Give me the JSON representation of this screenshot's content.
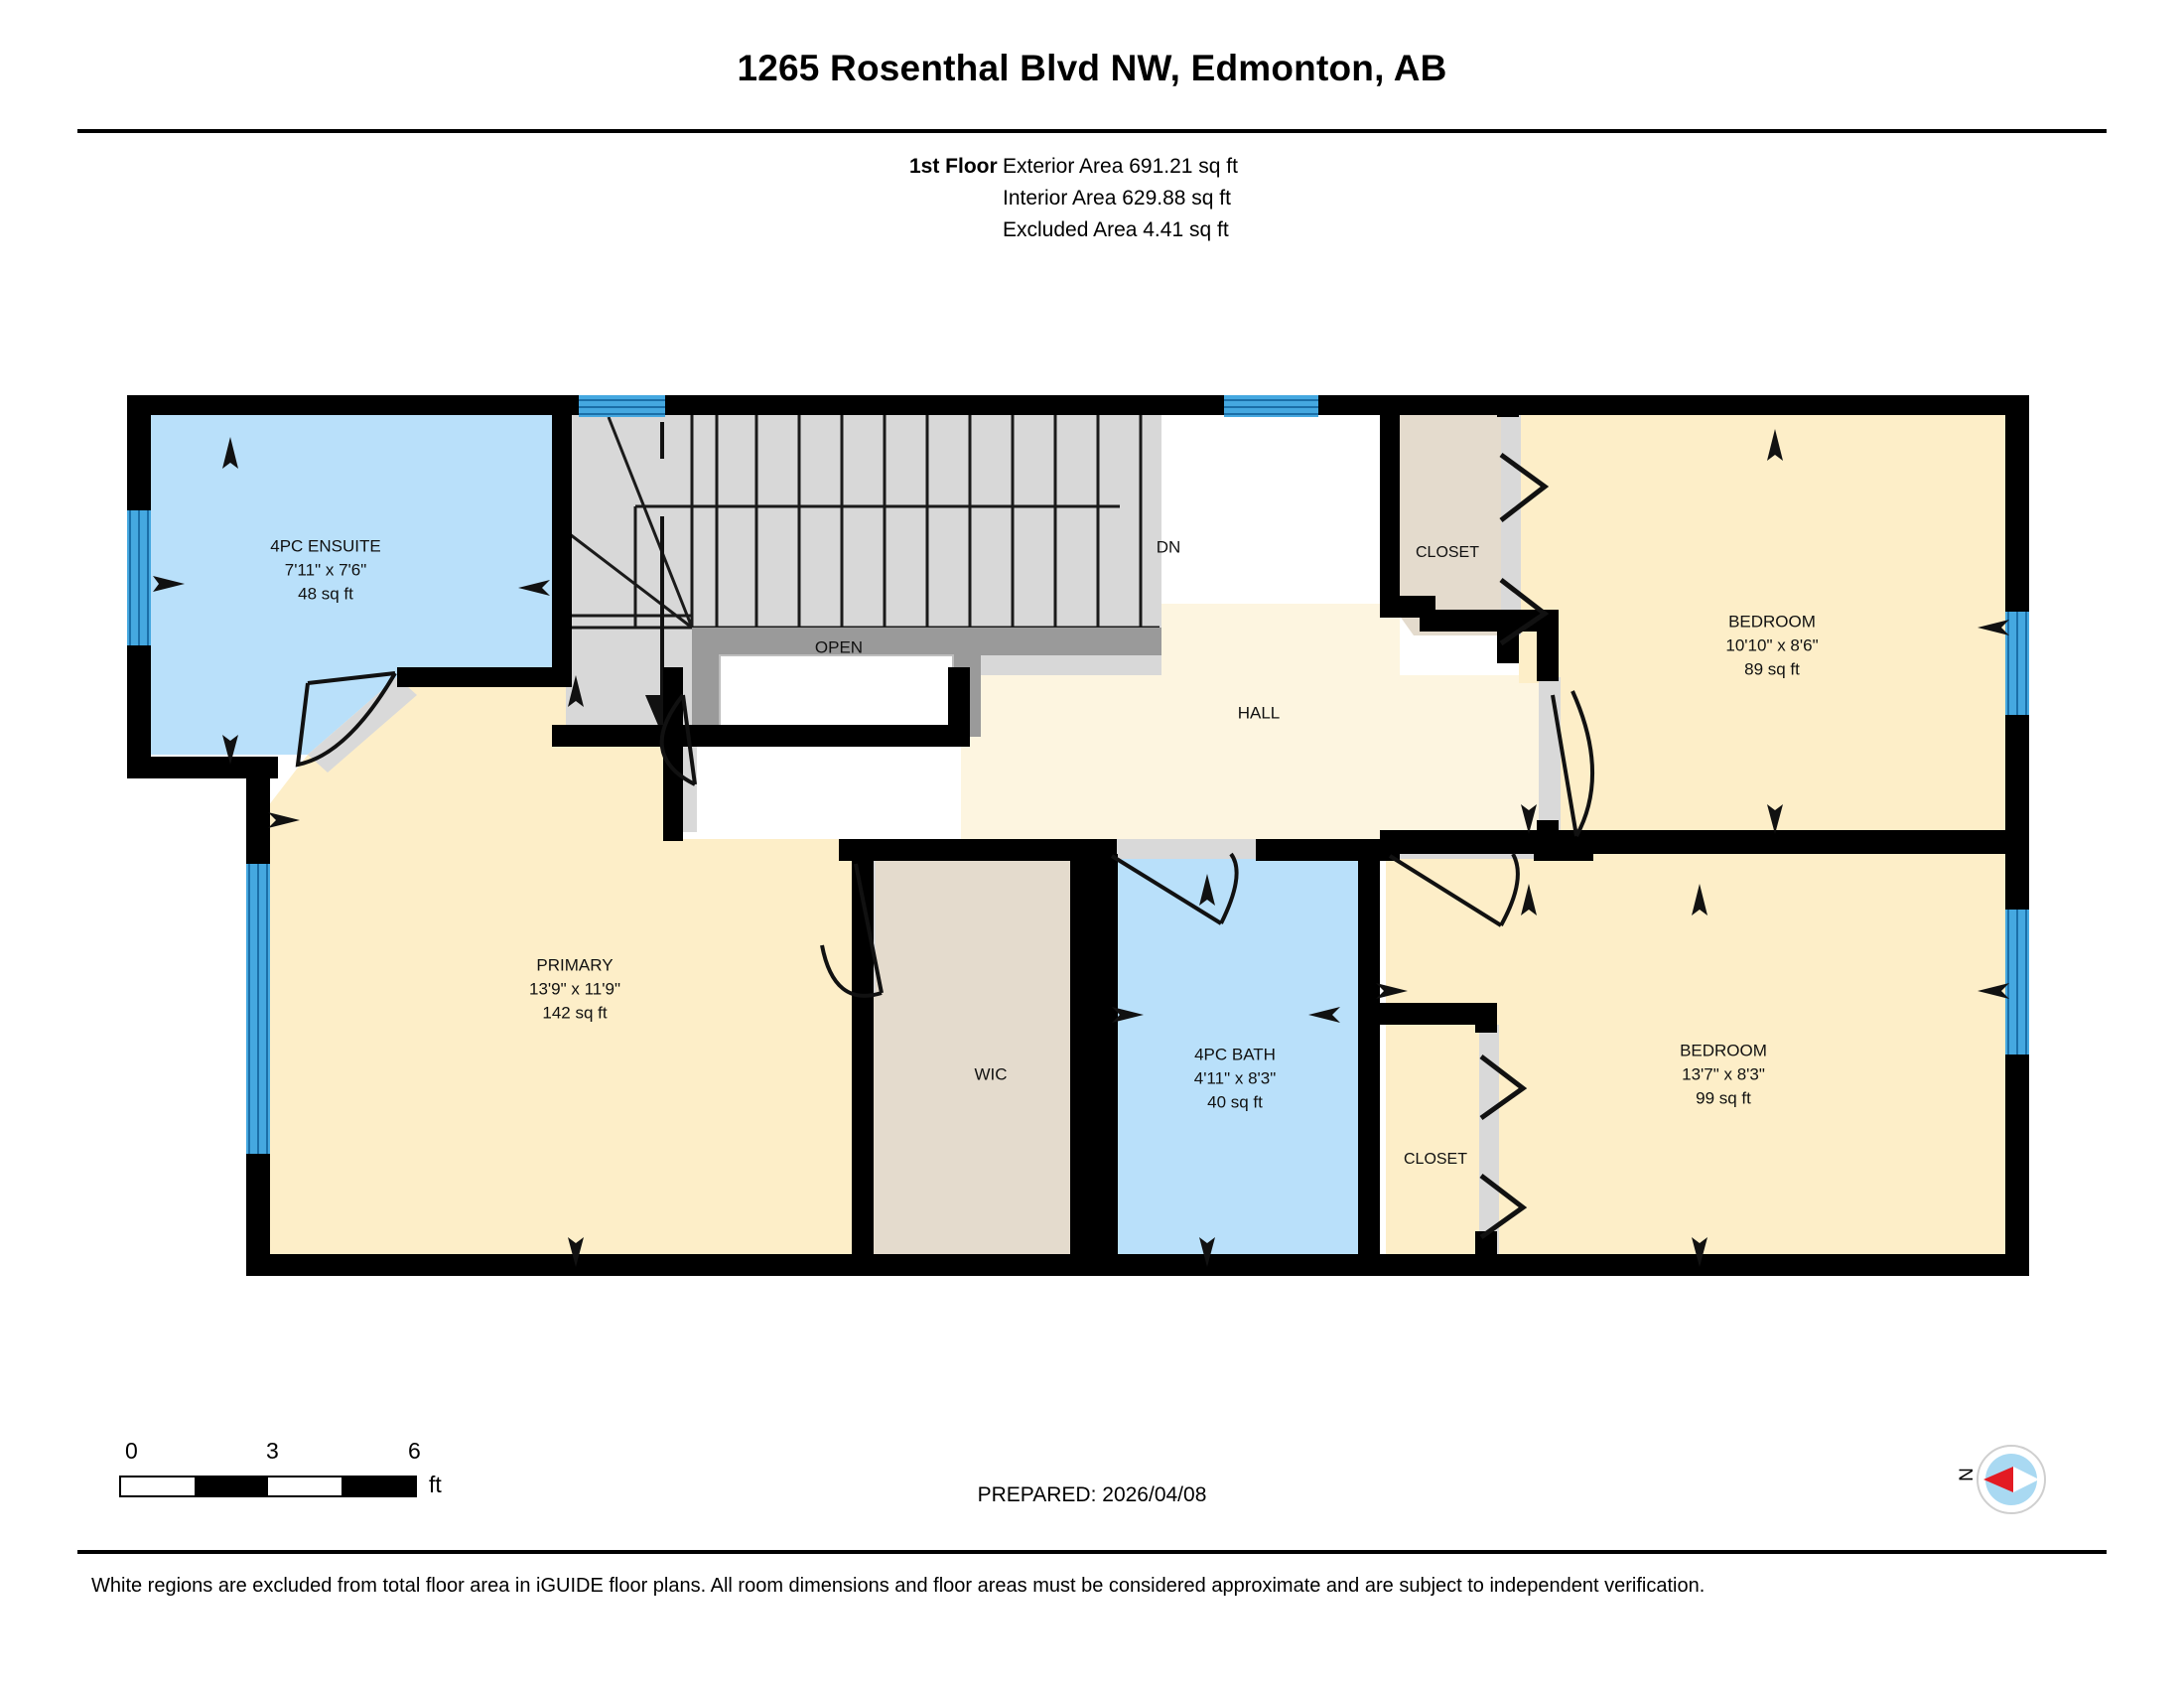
{
  "header": {
    "title": "1265 Rosenthal Blvd NW, Edmonton, AB"
  },
  "area_summary": {
    "floor_label": "1st Floor",
    "exterior_area": "Exterior Area 691.21 sq ft",
    "interior_area": "Interior Area 629.88 sq ft",
    "excluded_area": "Excluded Area 4.41 sq ft"
  },
  "floorplan": {
    "rooms": [
      {
        "name": "4PC ENSUITE",
        "dimensions": "7'11\" x 7'6\"",
        "area": "48 sq ft",
        "fill": "#b9e0fa"
      },
      {
        "name": "PRIMARY",
        "dimensions": "13'9\" x 11'9\"",
        "area": "142 sq ft",
        "fill": "#fdeec8"
      },
      {
        "name": "WIC",
        "dimensions": "",
        "area": "",
        "fill": "#e4dbcd"
      },
      {
        "name": "4PC BATH",
        "dimensions": "4'11\" x 8'3\"",
        "area": "40 sq ft",
        "fill": "#b9e0fa"
      },
      {
        "name": "HALL",
        "dimensions": "",
        "area": "",
        "fill": "#fdf5e0"
      },
      {
        "name": "CLOSET",
        "dimensions": "",
        "area": "",
        "fill": "#e4dbcd"
      },
      {
        "name": "BEDROOM",
        "dimensions": "10'10\" x 8'6\"",
        "area": "89 sq ft",
        "fill": "#fdeec8"
      },
      {
        "name": "CLOSET",
        "dimensions": "",
        "area": "",
        "fill": "#e4dbcd"
      },
      {
        "name": "BEDROOM",
        "dimensions": "13'7\" x 8'3\"",
        "area": "99 sq ft",
        "fill": "#fdeec8"
      }
    ],
    "annotations": {
      "stairs_direction": "DN",
      "open_void": "OPEN"
    },
    "colors": {
      "wall": "#000000",
      "window": "#45a8e0",
      "stairs": "#d8d8d8",
      "excluded": "#ffffff",
      "bath": "#b9e0fa",
      "bedroom": "#fdeec8",
      "closet": "#e4dbcd",
      "hall": "#fdf5e0",
      "door_jamb": "#d9d9d9",
      "landing_rail": "#9a9a9a"
    }
  },
  "scale": {
    "ticks": [
      "0",
      "3",
      "6"
    ],
    "unit": "ft"
  },
  "prepared": "PREPARED: 2026/04/08",
  "compass": {
    "label": "N",
    "needle_color": "#e31b23",
    "dial_color": "#a9d9f2"
  },
  "footer": {
    "note": "White regions are excluded from total floor area in iGUIDE floor plans. All room dimensions and floor areas must be considered approximate and are subject to independent verification."
  }
}
